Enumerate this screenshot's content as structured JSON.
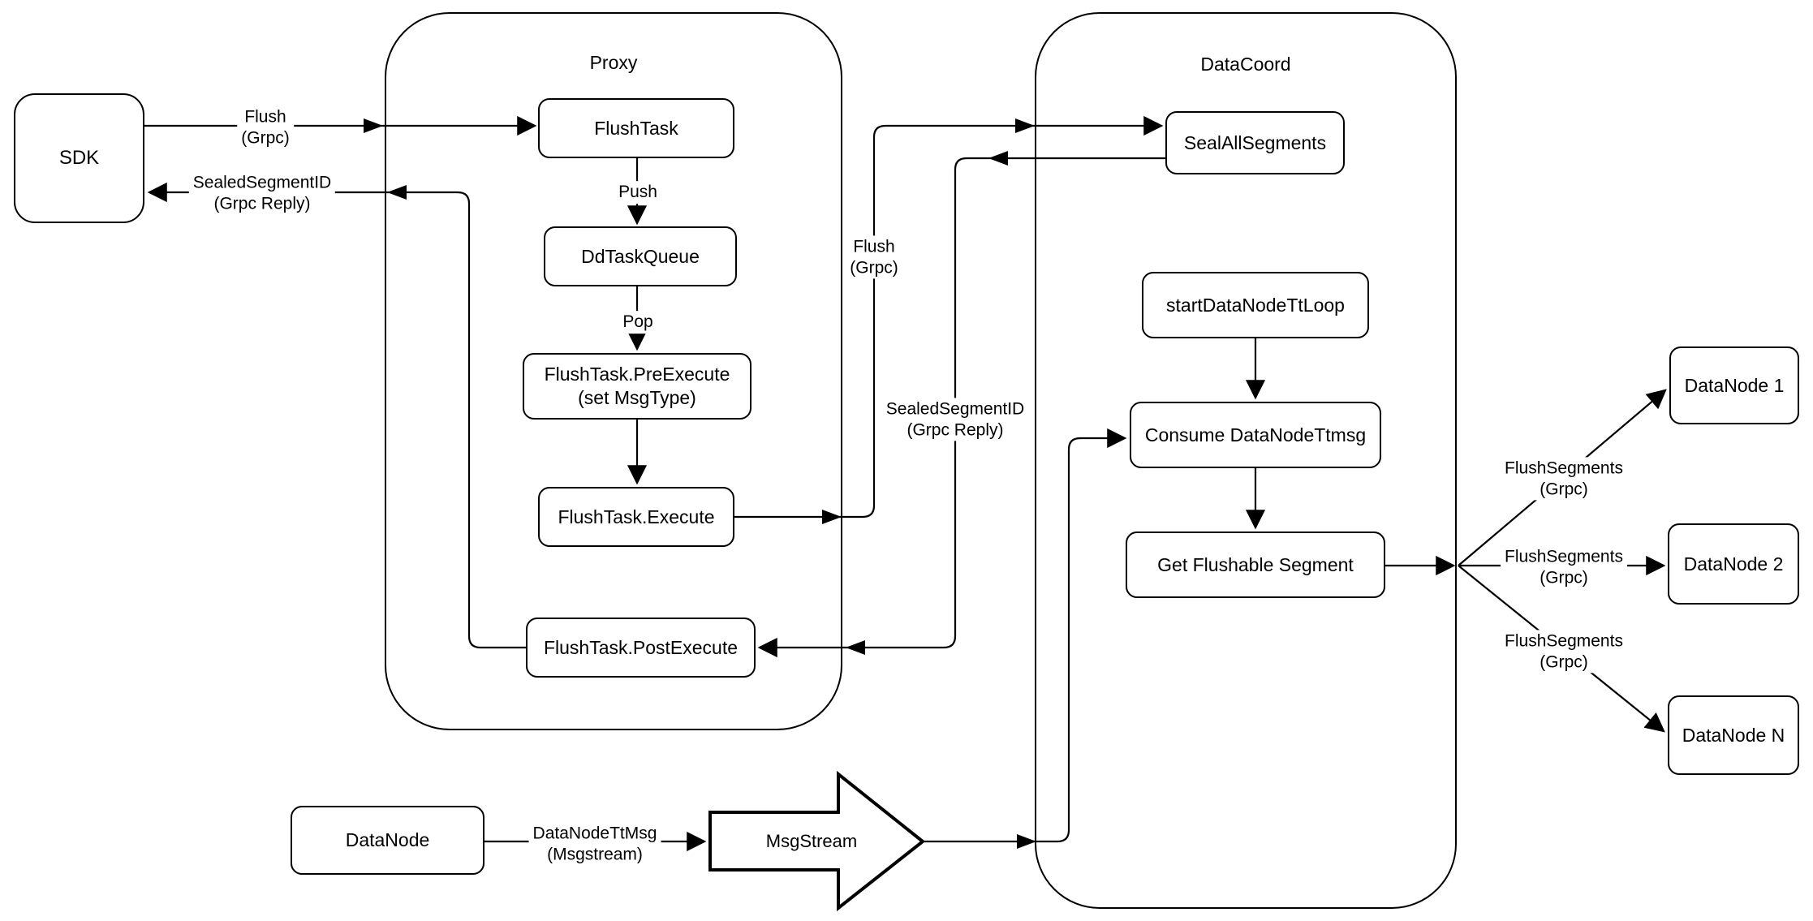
{
  "diagram": {
    "containers": {
      "proxy": {
        "label": "Proxy"
      },
      "datacoord": {
        "label": "DataCoord"
      }
    },
    "nodes": {
      "sdk": {
        "label": "SDK"
      },
      "flush_task": {
        "label": "FlushTask"
      },
      "dd_task_queue": {
        "label": "DdTaskQueue"
      },
      "pre_execute": {
        "line1": "FlushTask.PreExecute",
        "line2": "(set MsgType)"
      },
      "execute": {
        "label": "FlushTask.Execute"
      },
      "post_execute": {
        "label": "FlushTask.PostExecute"
      },
      "seal_all_segments": {
        "label": "SealAllSegments"
      },
      "start_datanode_tt_loop": {
        "label": "startDataNodeTtLoop"
      },
      "consume_datanode_ttmsg": {
        "label": "Consume DataNodeTtmsg"
      },
      "get_flushable_segment": {
        "label": "Get Flushable Segment"
      },
      "datanode_1": {
        "label": "DataNode 1"
      },
      "datanode_2": {
        "label": "DataNode 2"
      },
      "datanode_n": {
        "label": "DataNode N"
      },
      "datanode": {
        "label": "DataNode"
      },
      "msgstream": {
        "label": "MsgStream"
      }
    },
    "edge_labels": {
      "flush_grpc_sdk": {
        "line1": "Flush",
        "line2": "(Grpc)"
      },
      "sealed_segment_id_sdk": {
        "line1": "SealedSegmentID",
        "line2": "(Grpc Reply)"
      },
      "push": {
        "line1": "Push"
      },
      "pop": {
        "line1": "Pop"
      },
      "flush_grpc_datacoord": {
        "line1": "Flush",
        "line2": "(Grpc)"
      },
      "sealed_segment_id_proxy": {
        "line1": "SealedSegmentID",
        "line2": "(Grpc Reply)"
      },
      "flush_segments_1": {
        "line1": "FlushSegments",
        "line2": "(Grpc)"
      },
      "flush_segments_2": {
        "line1": "FlushSegments",
        "line2": "(Grpc)"
      },
      "flush_segments_n": {
        "line1": "FlushSegments",
        "line2": "(Grpc)"
      },
      "datanode_ttmsg": {
        "line1": "DataNodeTtMsg",
        "line2": "(Msgstream)"
      }
    },
    "colors": {
      "stroke": "#000000",
      "fill": "#ffffff",
      "text": "#000000"
    }
  }
}
